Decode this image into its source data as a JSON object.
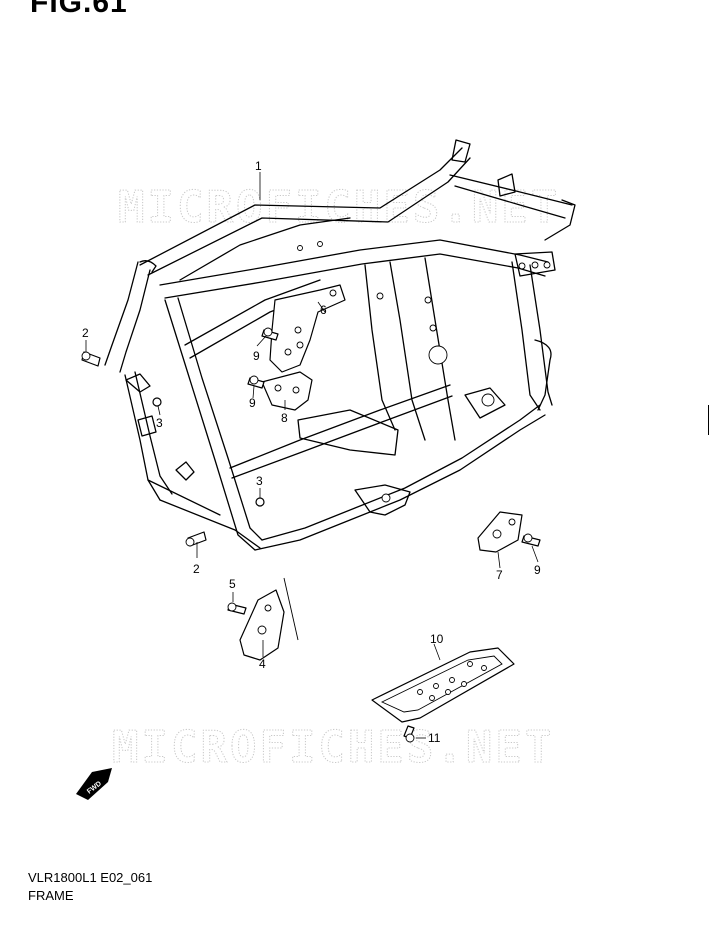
{
  "figure_title": "FIG.61",
  "watermark_text": "MICROFICHES.NET",
  "callouts": [
    "1",
    "2",
    "2",
    "3",
    "3",
    "4",
    "5",
    "6",
    "7",
    "8",
    "9",
    "9",
    "9",
    "10",
    "11"
  ],
  "fwd_label": "FWD",
  "drawing_code": "VLR1800L1 E02_061",
  "caption": "FRAME"
}
